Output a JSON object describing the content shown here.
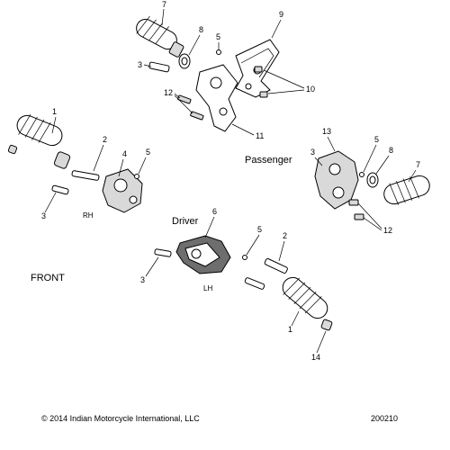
{
  "diagram": {
    "callouts": {
      "c7_top": "7",
      "c8_top": "8",
      "c5_top": "5",
      "c9": "9",
      "c3_top": "3",
      "c10": "10",
      "c12_top": "12",
      "c11": "11",
      "c1_left": "1",
      "c2_left": "2",
      "c4": "4",
      "c5_left": "5",
      "c3_left": "3",
      "c13": "13",
      "c3_right": "3",
      "c5_right": "5",
      "c8_right": "8",
      "c7_right": "7",
      "c12_right": "12",
      "c6": "6",
      "c5_bottom": "5",
      "c2_bottom": "2",
      "c3_bottom": "3",
      "c1_bottom": "1",
      "c14": "14"
    },
    "labels": {
      "passenger": "Passenger",
      "driver": "Driver",
      "rh": "RH",
      "lh": "LH",
      "front": "FRONT"
    }
  },
  "footer": {
    "copyright": "© 2014 Indian Motorcycle International, LLC",
    "figure_number": "200210"
  }
}
